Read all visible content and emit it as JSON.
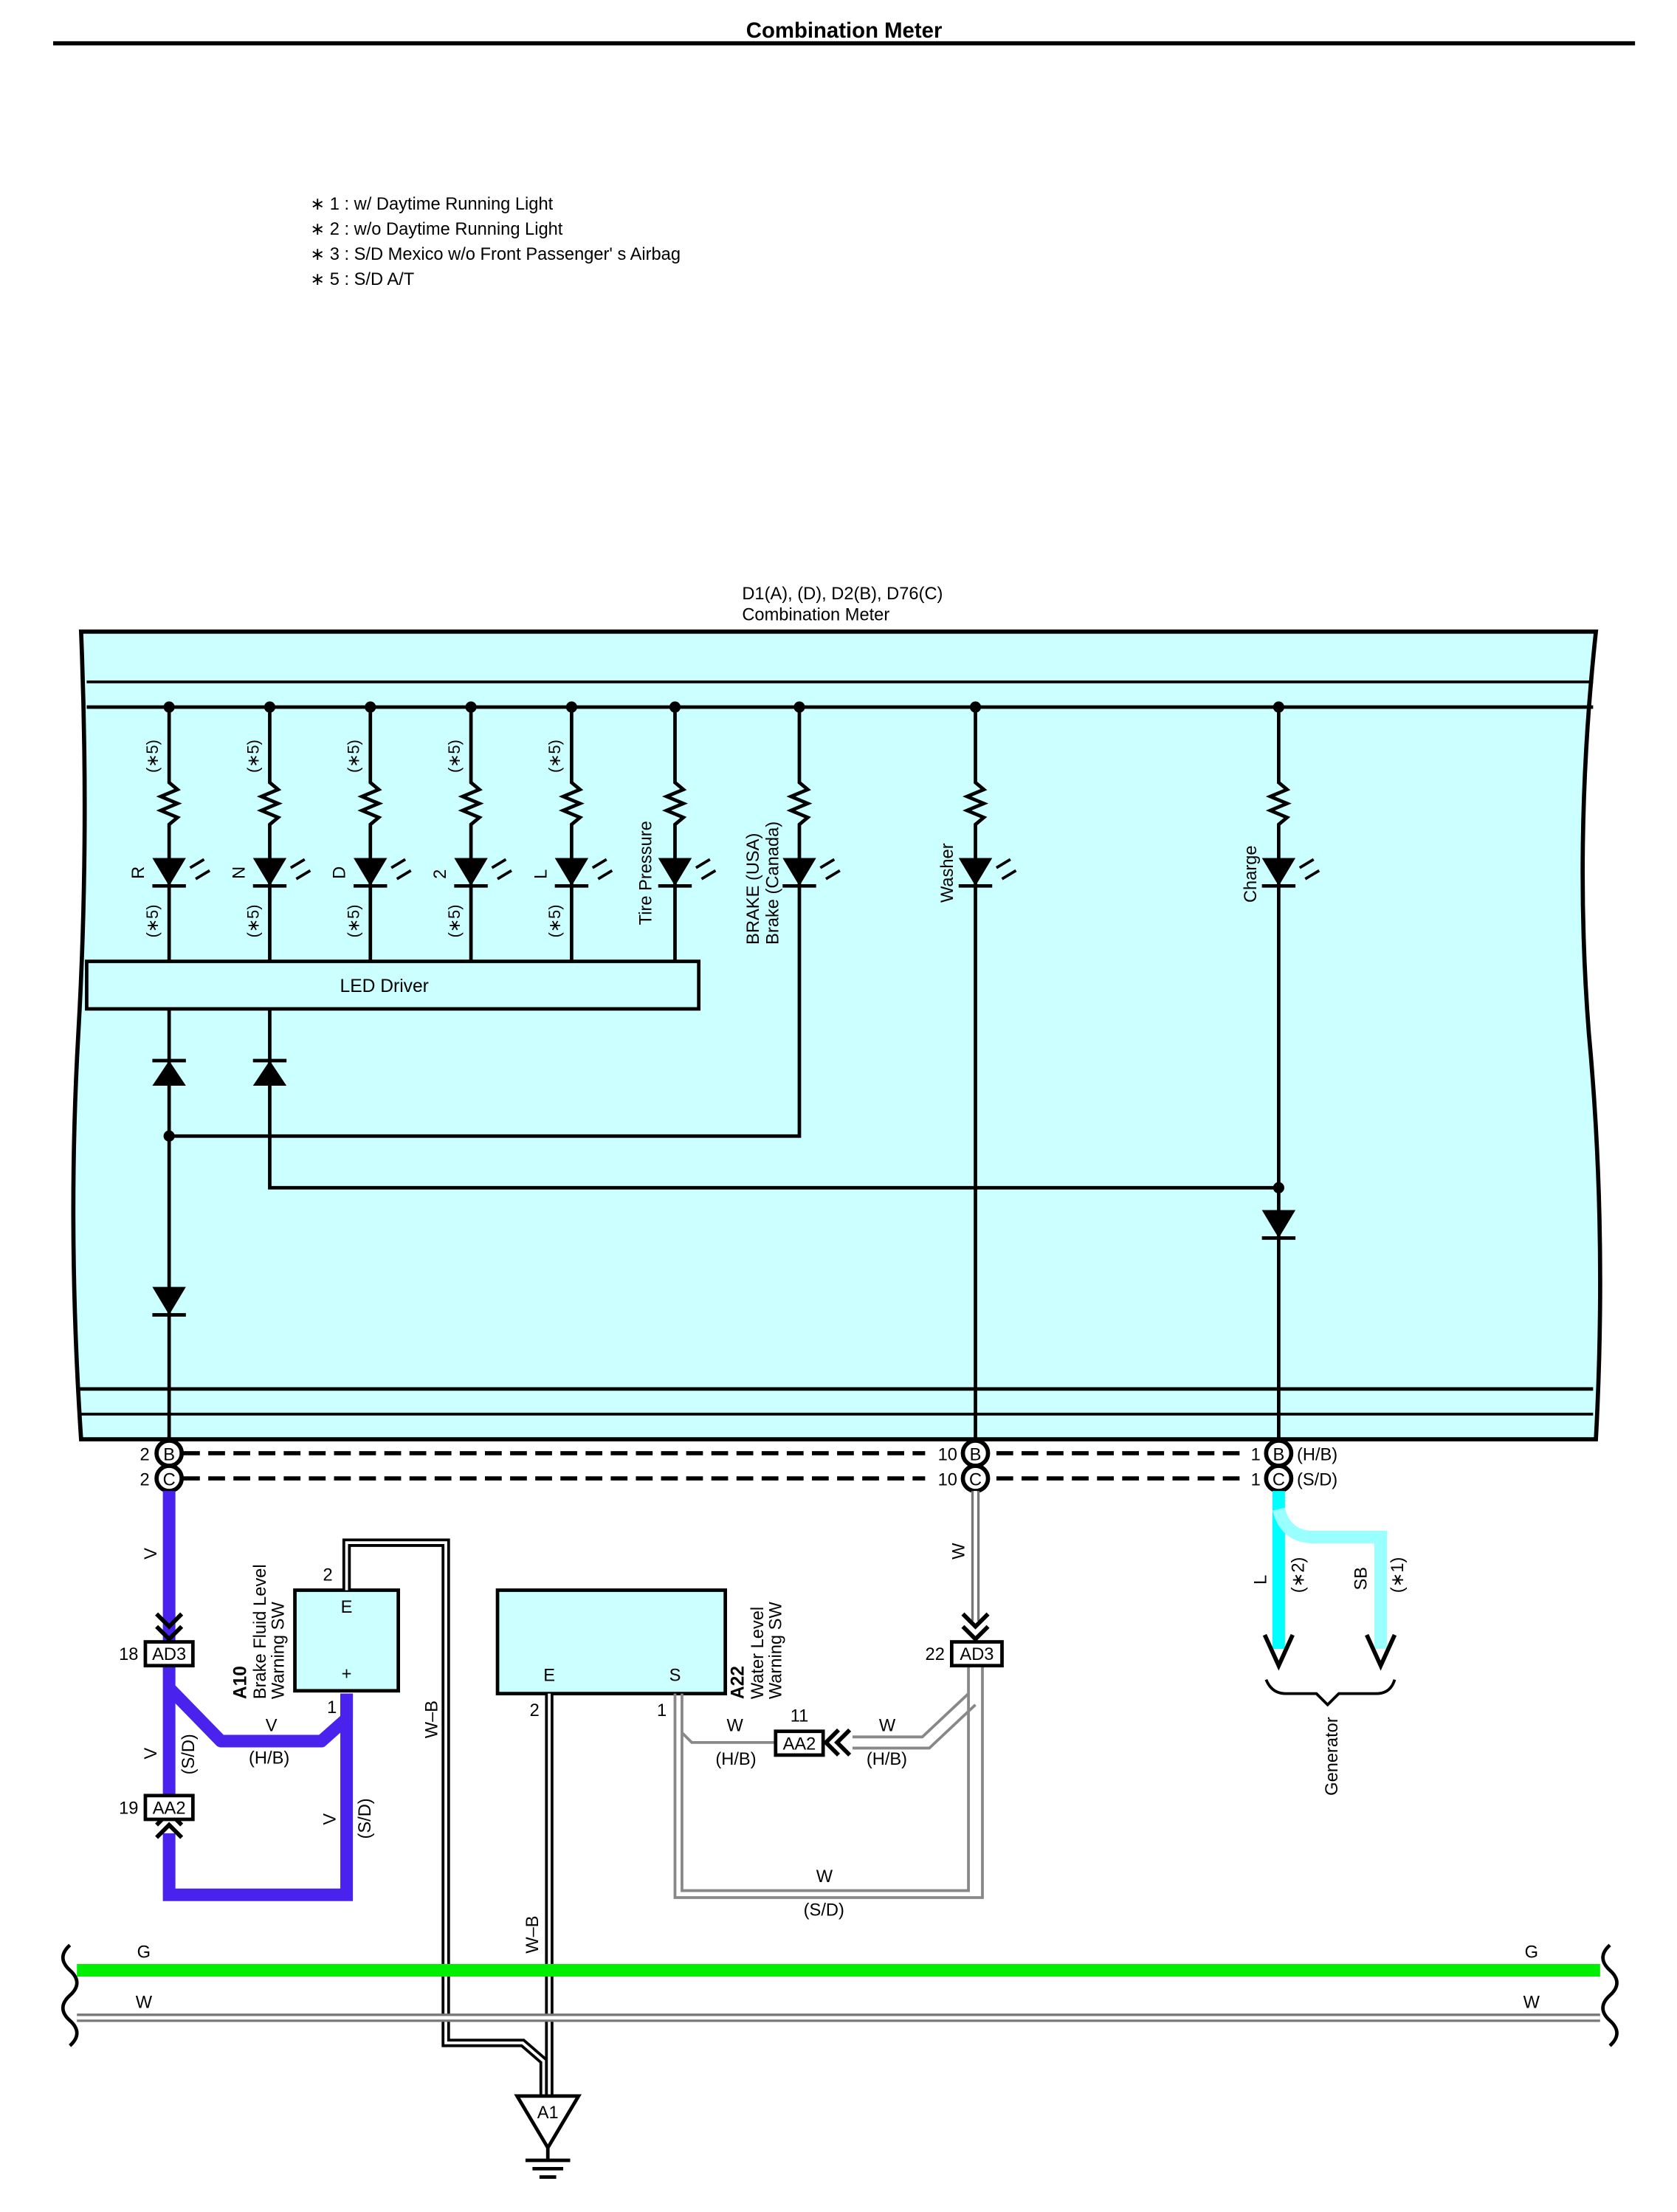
{
  "header": {
    "title": "Combination Meter"
  },
  "notes": [
    {
      "mark": "∗ 1",
      "text": ": w/ Daytime Running Light"
    },
    {
      "mark": "∗ 2",
      "text": ": w/o Daytime Running Light"
    },
    {
      "mark": "∗ 3",
      "text": ": S/D Mexico w/o Front Passenger'  s Airbag"
    },
    {
      "mark": "∗ 5",
      "text": ": S/D A/T"
    }
  ],
  "meter": {
    "connector": "D1(A), (D), D2(B), D76(C)",
    "name": "Combination Meter",
    "led_driver": "LED Driver",
    "note_mark": "(∗5)",
    "indicators": [
      "R",
      "N",
      "D",
      "2",
      "L",
      "Tire Pressure",
      "BRAKE (USA)",
      "Brake (Canada)",
      "Washer",
      "Charge"
    ]
  },
  "terminals": {
    "left_b": "2",
    "left_c": "2",
    "mid_b": "10",
    "mid_c": "10",
    "right_b": "1",
    "right_c": "1",
    "b": "B",
    "c": "C",
    "right_b_note": "(H/B)",
    "right_c_note": "(S/D)"
  },
  "wires": {
    "v": "V",
    "w": "W",
    "wb": "W–B",
    "l": "L",
    "sb": "SB",
    "g": "G",
    "hb": "(H/B)",
    "sd": "(S/D)",
    "n1": "(∗1)",
    "n2": "(∗2)"
  },
  "connectors": {
    "ad3_left": "AD3",
    "ad3_left_pin": "18",
    "aa2_left": "AA2",
    "aa2_left_pin": "19",
    "ad3_right": "AD3",
    "ad3_right_pin": "22",
    "aa2_mid": "AA2",
    "aa2_mid_pin": "11"
  },
  "a10": {
    "code": "A10",
    "name_l1": "Brake Fluid Level",
    "name_l2": "Warning SW",
    "e": "E",
    "plus": "+",
    "pin_e": "2",
    "pin_plus": "1"
  },
  "a22": {
    "code": "A22",
    "name_l1": "Water Level",
    "name_l2": "Warning SW",
    "e": "E",
    "s": "S",
    "pin_e": "2",
    "pin_s": "1"
  },
  "generator": {
    "label": "Generator"
  },
  "ground": {
    "label": "A1"
  },
  "colors": {
    "meter_fill": "#ccffff",
    "violet": "#4a22ee",
    "green": "#00ee00",
    "cyan": "#00ffff",
    "cyan_light": "#99ffff"
  }
}
